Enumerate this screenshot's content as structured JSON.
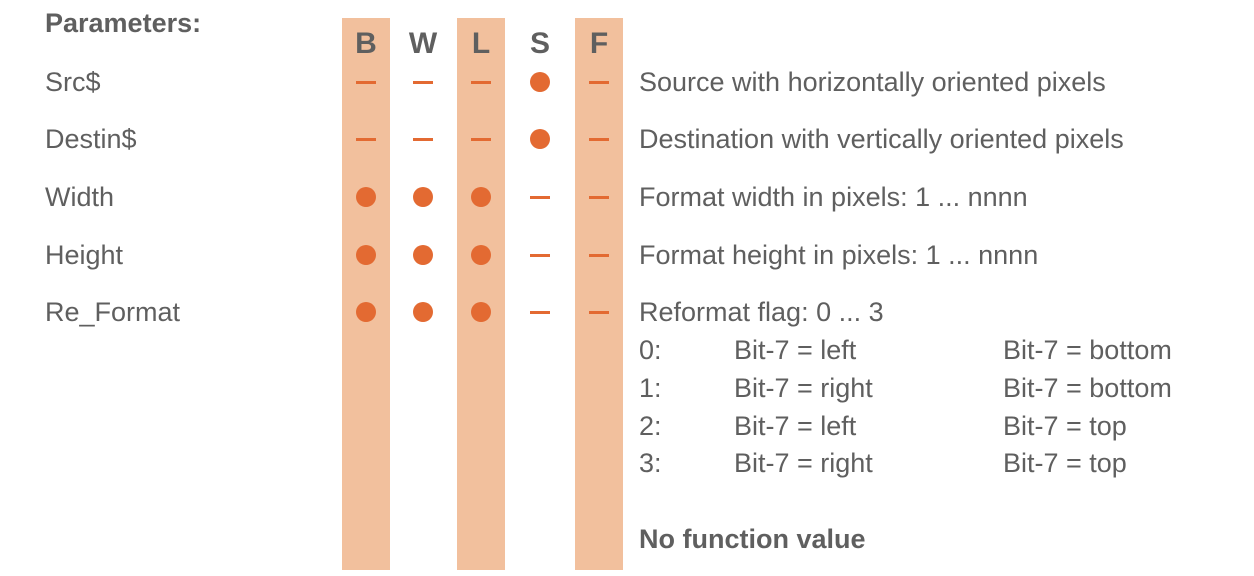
{
  "heading": "Parameters:",
  "columns": [
    "B",
    "W",
    "L",
    "S",
    "F"
  ],
  "rows": [
    {
      "name": "Src$",
      "marks": [
        "dash",
        "dash",
        "dash",
        "dot",
        "dash"
      ],
      "description": "Source with horizontally oriented pixels"
    },
    {
      "name": "Destin$",
      "marks": [
        "dash",
        "dash",
        "dash",
        "dot",
        "dash"
      ],
      "description": "Destination with vertically oriented pixels"
    },
    {
      "name": "Width",
      "marks": [
        "dot",
        "dot",
        "dot",
        "dash",
        "dash"
      ],
      "description": "Format width in pixels: 1 ... nnnn"
    },
    {
      "name": "Height",
      "marks": [
        "dot",
        "dot",
        "dot",
        "dash",
        "dash"
      ],
      "description": "Format height in pixels: 1 ... nnnn"
    },
    {
      "name": "Re_Format",
      "marks": [
        "dot",
        "dot",
        "dot",
        "dash",
        "dash"
      ],
      "description": "Reformat flag: 0 ... 3"
    }
  ],
  "flag_table": [
    [
      "0:",
      "Bit-7 = left",
      "Bit-7 = bottom"
    ],
    [
      "1:",
      "Bit-7 = right",
      "Bit-7 = bottom"
    ],
    [
      "2:",
      "Bit-7 = left",
      "Bit-7 = top"
    ],
    [
      "3:",
      "Bit-7 = right",
      "Bit-7 = top"
    ]
  ],
  "footer_note": "No function value",
  "colors": {
    "band": "#f2c09d",
    "marker": "#e36a32",
    "text": "#5f5f5f"
  }
}
